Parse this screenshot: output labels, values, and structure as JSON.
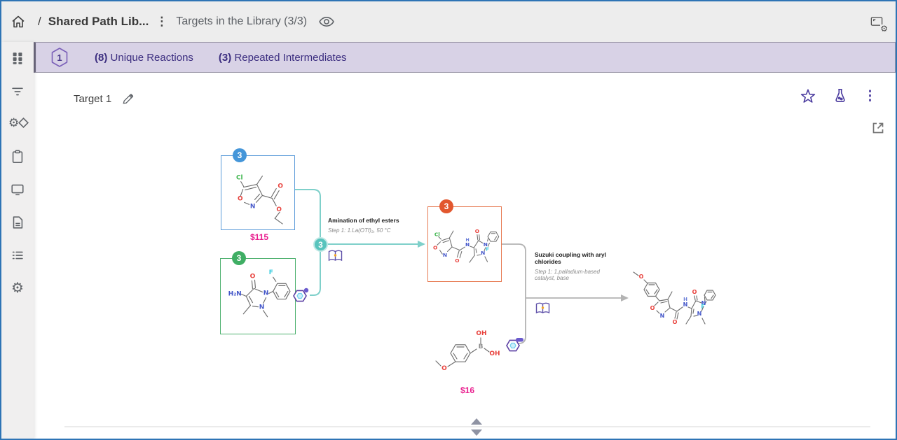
{
  "topbar": {
    "separator": "/",
    "library_name": "Shared Path Lib...",
    "page_title": "Targets in the Library (3/3)"
  },
  "icons": {
    "gear_glyph": "⚙",
    "kebab_glyph": "⋮"
  },
  "banner": {
    "badge": "1",
    "reactions_count": "(8)",
    "reactions_label": "Unique Reactions",
    "intermediates_count": "(3)",
    "intermediates_label": "Repeated Intermediates"
  },
  "sidebar": {
    "items": [
      {
        "name": "grid"
      },
      {
        "name": "filter"
      },
      {
        "name": "reaction-rules"
      },
      {
        "name": "clipboard"
      },
      {
        "name": "display"
      },
      {
        "name": "document"
      },
      {
        "name": "list"
      },
      {
        "name": "settings"
      }
    ]
  },
  "card": {
    "title": "Target 1"
  },
  "flow": {
    "reactant1": {
      "badge": "3",
      "price": "$115"
    },
    "reactant2": {
      "badge": "3"
    },
    "junction": {
      "badge": "3"
    },
    "intermediate": {
      "badge": "3"
    },
    "reaction1": {
      "title": "Amination of ethyl esters",
      "step": "Step 1: 1.La(OTf)₃, 50 °C"
    },
    "reaction2": {
      "title": "Suzuki coupling with aryl chlorides",
      "step": "Step 1: 1.palladium-based catalyst, base"
    },
    "reagent": {
      "price": "$16"
    }
  },
  "molecules": {
    "reactant1": {
      "cl": "Cl",
      "o_ring": "O",
      "n_ring": "N",
      "o_dbl": "O",
      "o_ester": "O"
    },
    "reactant2": {
      "h2n": "H₂N",
      "o": "O",
      "f": "F",
      "n1": "N",
      "n2": "N"
    },
    "intermediate": {
      "cl": "Cl",
      "o_ring": "O",
      "n_ring": "N",
      "o_amide": "O",
      "h": "H",
      "n_amide": "N",
      "o_pyr": "O",
      "n1": "N",
      "n2": "N",
      "f": "F"
    },
    "reagent": {
      "o": "O",
      "oh1": "OH",
      "b": "B",
      "oh2": "OH"
    },
    "product": {
      "o_met": "O",
      "o_ring": "O",
      "n_ring": "N",
      "o_amide": "O",
      "h": "H",
      "n_amide": "N",
      "o_pyr": "O",
      "n1": "N",
      "n2": "N",
      "f": "F"
    }
  }
}
